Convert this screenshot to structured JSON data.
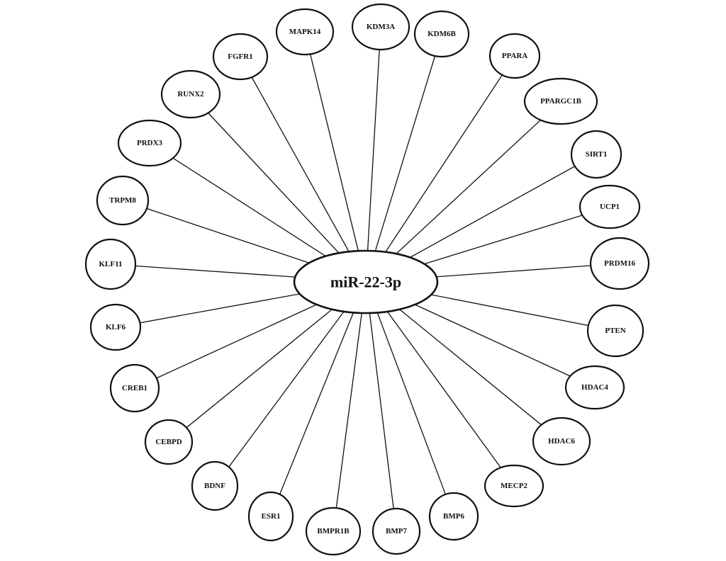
{
  "center": {
    "label": "miR-22-3p"
  },
  "nodes": [
    {
      "id": "mapk14",
      "label": "MAPK14"
    },
    {
      "id": "kdm3a",
      "label": "KDM3A"
    },
    {
      "id": "kdm6b",
      "label": "KDM6B"
    },
    {
      "id": "ppara",
      "label": "PPARA"
    },
    {
      "id": "ppargc1b",
      "label": "PPARGC1B"
    },
    {
      "id": "sirt1",
      "label": "SIRT1"
    },
    {
      "id": "ucp1",
      "label": "UCP1"
    },
    {
      "id": "prdm16",
      "label": "PRDM16"
    },
    {
      "id": "pten",
      "label": "PTEN"
    },
    {
      "id": "hdac4",
      "label": "HDAC4"
    },
    {
      "id": "hdac6",
      "label": "HDAC6"
    },
    {
      "id": "mecp2",
      "label": "MECP2"
    },
    {
      "id": "bmp6",
      "label": "BMP6"
    },
    {
      "id": "bmp7",
      "label": "BMP7"
    },
    {
      "id": "bmpr1b",
      "label": "BMPR1B"
    },
    {
      "id": "esr1",
      "label": "ESR1"
    },
    {
      "id": "bdnf",
      "label": "BDNF"
    },
    {
      "id": "cebpd",
      "label": "CEBPD"
    },
    {
      "id": "creb1",
      "label": "CREB1"
    },
    {
      "id": "klf6",
      "label": "KLF6"
    },
    {
      "id": "klf11",
      "label": "KLF11"
    },
    {
      "id": "trpm8",
      "label": "TRPM8"
    },
    {
      "id": "prdx3",
      "label": "PRDX3"
    },
    {
      "id": "runx2",
      "label": "RUNX2"
    },
    {
      "id": "fgfr1",
      "label": "FGFR1"
    }
  ]
}
